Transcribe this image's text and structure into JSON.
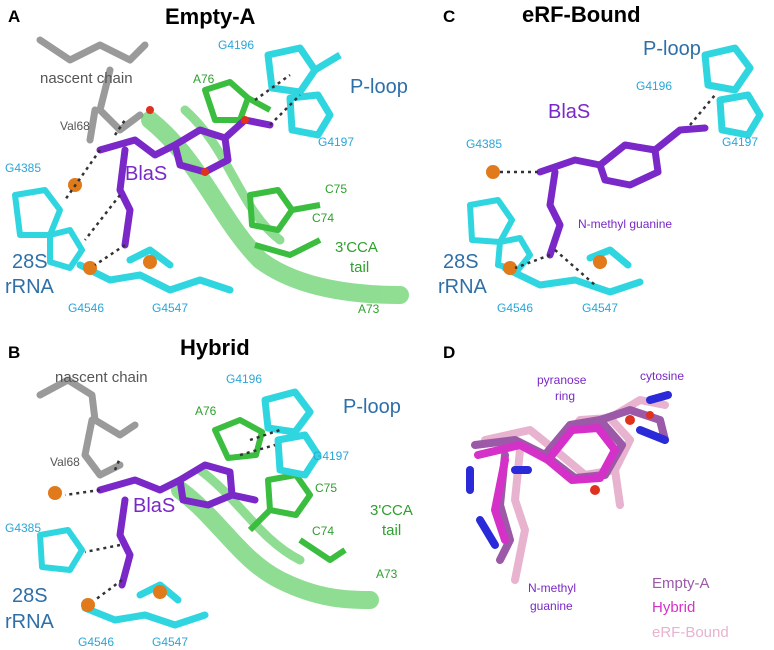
{
  "panels": {
    "A": {
      "letter": "A",
      "title": "Empty-A",
      "labels": {
        "nascent": "nascent chain",
        "val68": "Val68",
        "g4385": "G4385",
        "rrna_1": "28S",
        "rrna_2": "rRNA",
        "g4546": "G4546",
        "g4547": "G4547",
        "a76": "A76",
        "g4196": "G4196",
        "ploop": "P-loop",
        "g4197": "G4197",
        "blas": "BlaS",
        "c75": "C75",
        "c74": "C74",
        "cca_1": "3'CCA",
        "cca_2": "tail",
        "a73": "A73"
      }
    },
    "B": {
      "letter": "B",
      "title": "Hybrid",
      "labels": {
        "nascent": "nascent chain",
        "val68": "Val68",
        "g4385": "G4385",
        "rrna_1": "28S",
        "rrna_2": "rRNA",
        "g4546": "G4546",
        "g4547": "G4547",
        "a76": "A76",
        "g4196": "G4196",
        "ploop": "P-loop",
        "g4197": "G4197",
        "blas": "BlaS",
        "c75": "C75",
        "c74": "C74",
        "cca_1": "3'CCA",
        "cca_2": "tail",
        "a73": "A73"
      }
    },
    "C": {
      "letter": "C",
      "title": "eRF-Bound",
      "labels": {
        "ploop": "P-loop",
        "g4196": "G4196",
        "g4197": "G4197",
        "blas": "BlaS",
        "g4385": "G4385",
        "nmethyl": "N-methyl guanine",
        "rrna_1": "28S",
        "rrna_2": "rRNA",
        "g4546": "G4546",
        "g4547": "G4547"
      }
    },
    "D": {
      "letter": "D",
      "labels": {
        "pyranose_1": "pyranose",
        "pyranose_2": "ring",
        "cytosine": "cytosine",
        "nmethyl_1": "N-methyl",
        "nmethyl_2": "guanine"
      },
      "legend": [
        {
          "label": "Empty-A",
          "color": "#9b59a8"
        },
        {
          "label": "Hybrid",
          "color": "#d531c8"
        },
        {
          "label": "eRF-Bound",
          "color": "#e7b3cf"
        }
      ]
    }
  },
  "colors": {
    "rRNA": "#2aa6d8",
    "tRNA": "#44c84a",
    "blas": "#7a28c8",
    "nascent": "#8c8c8c",
    "phosphate": "#e07a1a",
    "oxygen": "#e0301e",
    "nitrogen": "#2a2ad8"
  }
}
